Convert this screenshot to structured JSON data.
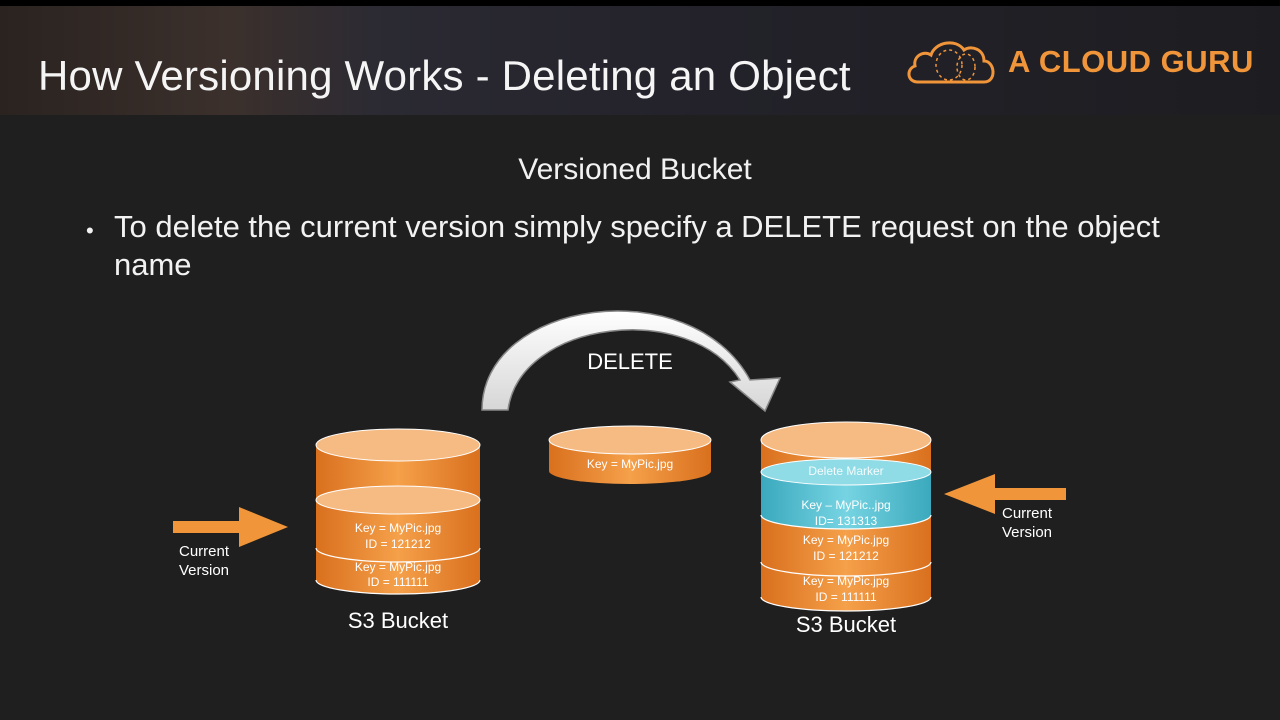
{
  "header": {
    "title": "How Versioning Works - Deleting an Object",
    "brand": "A CLOUD GURU"
  },
  "subtitle": "Versioned Bucket",
  "bullet": "To delete the current version simply specify a DELETE request on the object name",
  "diagram": {
    "delete_label": "DELETE",
    "request_object": {
      "key": "Key = MyPic.jpg"
    },
    "left_bucket": {
      "label": "S3 Bucket",
      "pointer_line1": "Current",
      "pointer_line2": "Version",
      "objects": [
        {
          "key": "Key = MyPic.jpg",
          "id": "ID = 121212"
        },
        {
          "key": "Key = MyPic.jpg",
          "id": "ID = 111111"
        }
      ]
    },
    "right_bucket": {
      "label": "S3 Bucket",
      "pointer_line1": "Current",
      "pointer_line2": "Version",
      "marker": {
        "title": "Delete Marker",
        "key": "Key – MyPic..jpg",
        "id": "ID= 131313"
      },
      "objects": [
        {
          "key": "Key = MyPic.jpg",
          "id": "ID = 121212"
        },
        {
          "key": "Key = MyPic.jpg",
          "id": "ID = 111111"
        }
      ]
    },
    "colors": {
      "orange": "#f0953a",
      "marker": "#5ec8d8",
      "arc": "#ffffff"
    }
  }
}
